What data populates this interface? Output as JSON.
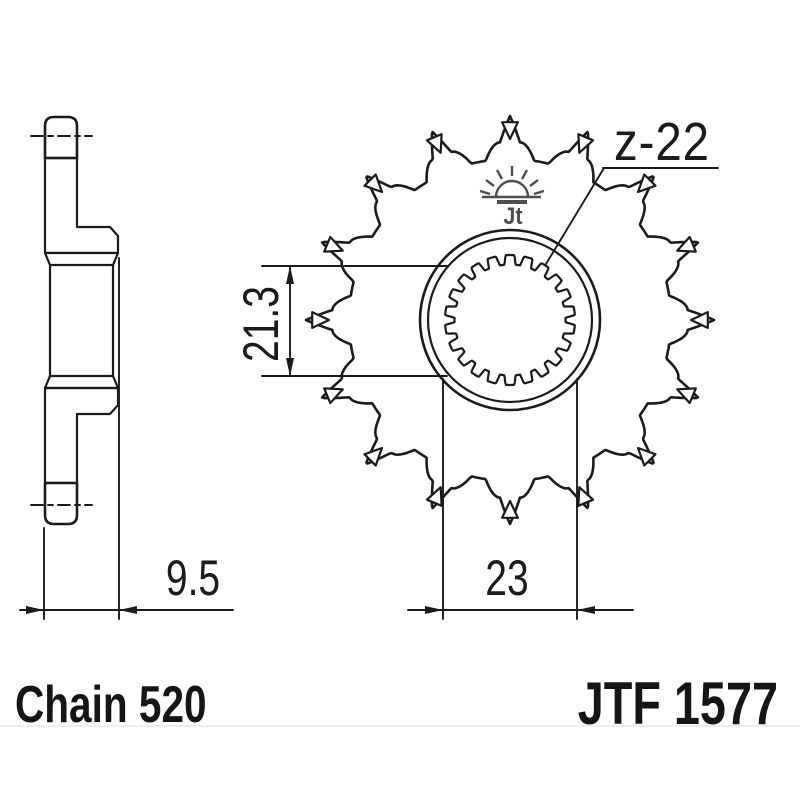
{
  "labels": {
    "teeth_count": "z-22",
    "dim_span": "21.3",
    "dim_bore": "23",
    "dim_width": "9.5",
    "chain": "Chain 520",
    "part_number": "JTF 1577",
    "logo_monogram": "Jt"
  },
  "colors": {
    "ink": "#1b1b1b",
    "logo_gray": "#4d4d4d",
    "background": "#ffffff"
  }
}
